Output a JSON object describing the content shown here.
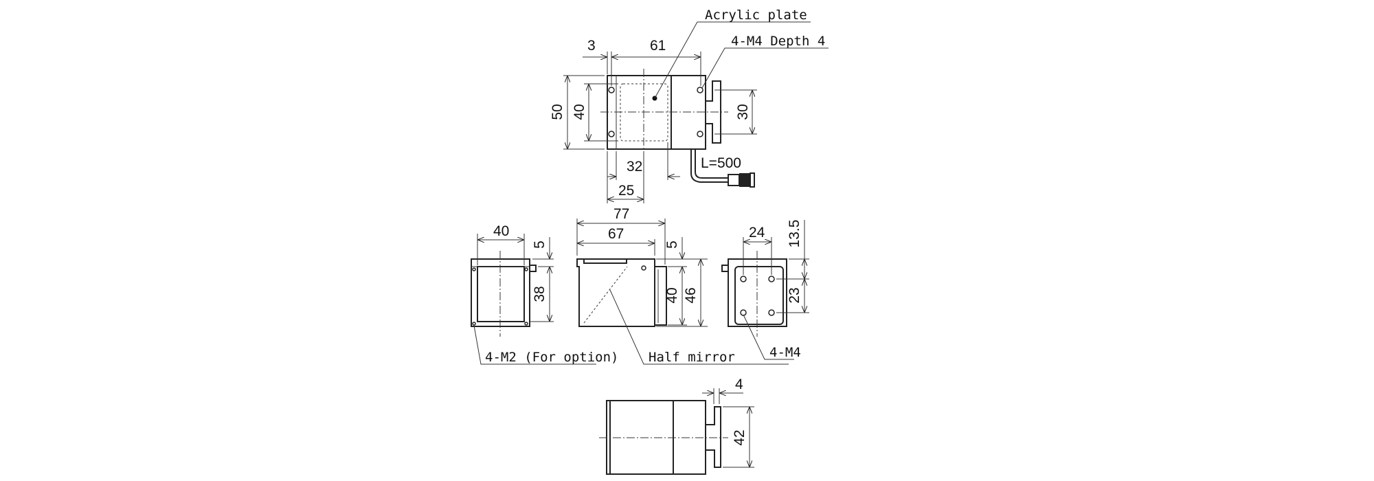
{
  "labels": {
    "acrylic_plate": "Acrylic plate",
    "m4_depth": "4-M4 Depth 4",
    "cable_length": "L=500",
    "m2_option": "4-M2 (For option)",
    "half_mirror": "Half mirror",
    "m4": "4-M4"
  },
  "dimensions": {
    "top": {
      "d3": "3",
      "d61": "61",
      "d50": "50",
      "d40": "40",
      "d30": "30",
      "d32": "32",
      "d25": "25"
    },
    "left": {
      "d40": "40",
      "d5": "5",
      "d38": "38"
    },
    "front": {
      "d77": "77",
      "d67": "67",
      "d5": "5",
      "d40": "40",
      "d46": "46"
    },
    "right": {
      "d24": "24",
      "d13_5": "13.5",
      "d23": "23"
    },
    "bottom": {
      "d4": "4",
      "d42": "42"
    }
  }
}
